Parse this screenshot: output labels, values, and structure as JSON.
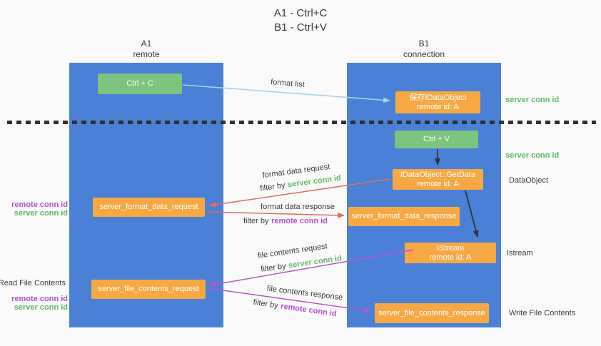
{
  "title": {
    "line1": "A1 - Ctrl+C",
    "line2": "B1 - Ctrl+V"
  },
  "lanes": {
    "a1": {
      "name": "A1",
      "role": "remote"
    },
    "b1": {
      "name": "B1",
      "role": "connection"
    }
  },
  "nodes": {
    "ctrl_c": {
      "label": "Ctrl + C"
    },
    "ctrl_v": {
      "label": "Ctrl + V"
    },
    "save_dataobject": {
      "line1": "保存IDataObject",
      "line2": "remote id: A"
    },
    "getdata": {
      "line1": "IDataObject::GetData",
      "line2": "remote id: A"
    },
    "format_request": {
      "label": "server_format_data_request"
    },
    "format_response": {
      "label": "server_format_data_response"
    },
    "istream": {
      "line1": "IStream",
      "line2": "remote id: A"
    },
    "file_request": {
      "label": "server_file_contents_request"
    },
    "file_response": {
      "label": "server_file_contents_response"
    }
  },
  "flow_labels": {
    "format_list": "format list",
    "format_data_request": "format data request",
    "format_data_response": "format data response",
    "file_contents_request": "file contents request",
    "file_contents_response": "file contents response",
    "filter_by": "filter by",
    "server_conn_id": "server conn id",
    "remote_conn_id": "remote conn id"
  },
  "side_labels": {
    "server_conn_id_right_top": "server conn id",
    "server_conn_id_right_mid": "server conn id",
    "dataobject": "DataObject",
    "istream": "Istream",
    "write_file_contents": "Write File Contents",
    "remote_conn_id_left_top": "remote conn id",
    "server_conn_id_left_top": "server conn id",
    "read_file_contents": "Read File Contents",
    "remote_conn_id_left_bottom": "remote conn id",
    "server_conn_id_left_bottom": "server conn id"
  },
  "colors": {
    "lane_blue": "#4a81d6",
    "node_orange": "#f7a843",
    "node_green": "#7cc47e",
    "green_text": "#5bbb63",
    "purple_text": "#b44fd2",
    "red_arrow": "#e8695e",
    "magenta_arrow": "#bb53c8",
    "light_blue_arrow": "#a9d3ee",
    "black_arrow": "#333333",
    "dark_text": "#3c3c3c"
  }
}
